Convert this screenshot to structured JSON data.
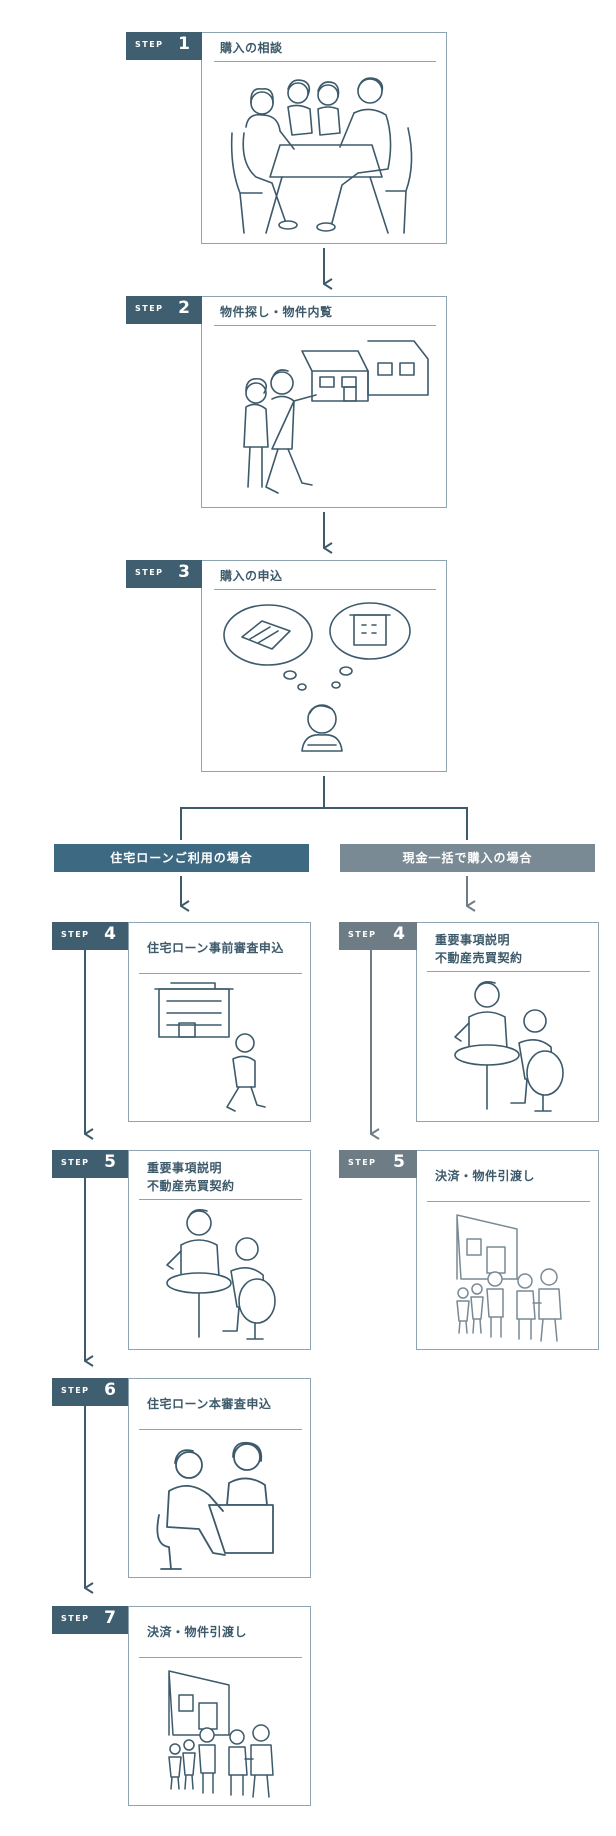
{
  "colors": {
    "primary": "#3f5e6f",
    "branch_loan": "#3d6a82",
    "branch_cash": "#7a8a94",
    "border": "#8fa4b1",
    "line": "#3d5a6b"
  },
  "step_word": "STEP",
  "main_steps": [
    {
      "num": "1",
      "title": "購入の相談",
      "illustration": "family-at-table-icon"
    },
    {
      "num": "2",
      "title": "物件探し・物件内覧",
      "illustration": "couple-viewing-house-icon"
    },
    {
      "num": "3",
      "title": "購入の申込",
      "illustration": "person-thinking-of-house-and-bank-icon"
    }
  ],
  "branches": {
    "loan": {
      "label": "住宅ローンご利用の場合",
      "steps": [
        {
          "num": "4",
          "title": "住宅ローン事前審査申込",
          "illustration": "person-walking-to-bank-icon"
        },
        {
          "num": "5",
          "title": "重要事項説明\n不動産売買契約",
          "illustration": "meeting-at-table-icon"
        },
        {
          "num": "6",
          "title": "住宅ローン本審査申込",
          "illustration": "consultation-at-desk-icon"
        },
        {
          "num": "7",
          "title": "決済・物件引渡し",
          "illustration": "key-handover-icon"
        }
      ]
    },
    "cash": {
      "label": "現金一括で購入の場合",
      "steps": [
        {
          "num": "4",
          "title": "重要事項説明\n不動産売買契約",
          "illustration": "meeting-at-table-icon"
        },
        {
          "num": "5",
          "title": "決済・物件引渡し",
          "illustration": "key-handover-icon"
        }
      ]
    }
  }
}
